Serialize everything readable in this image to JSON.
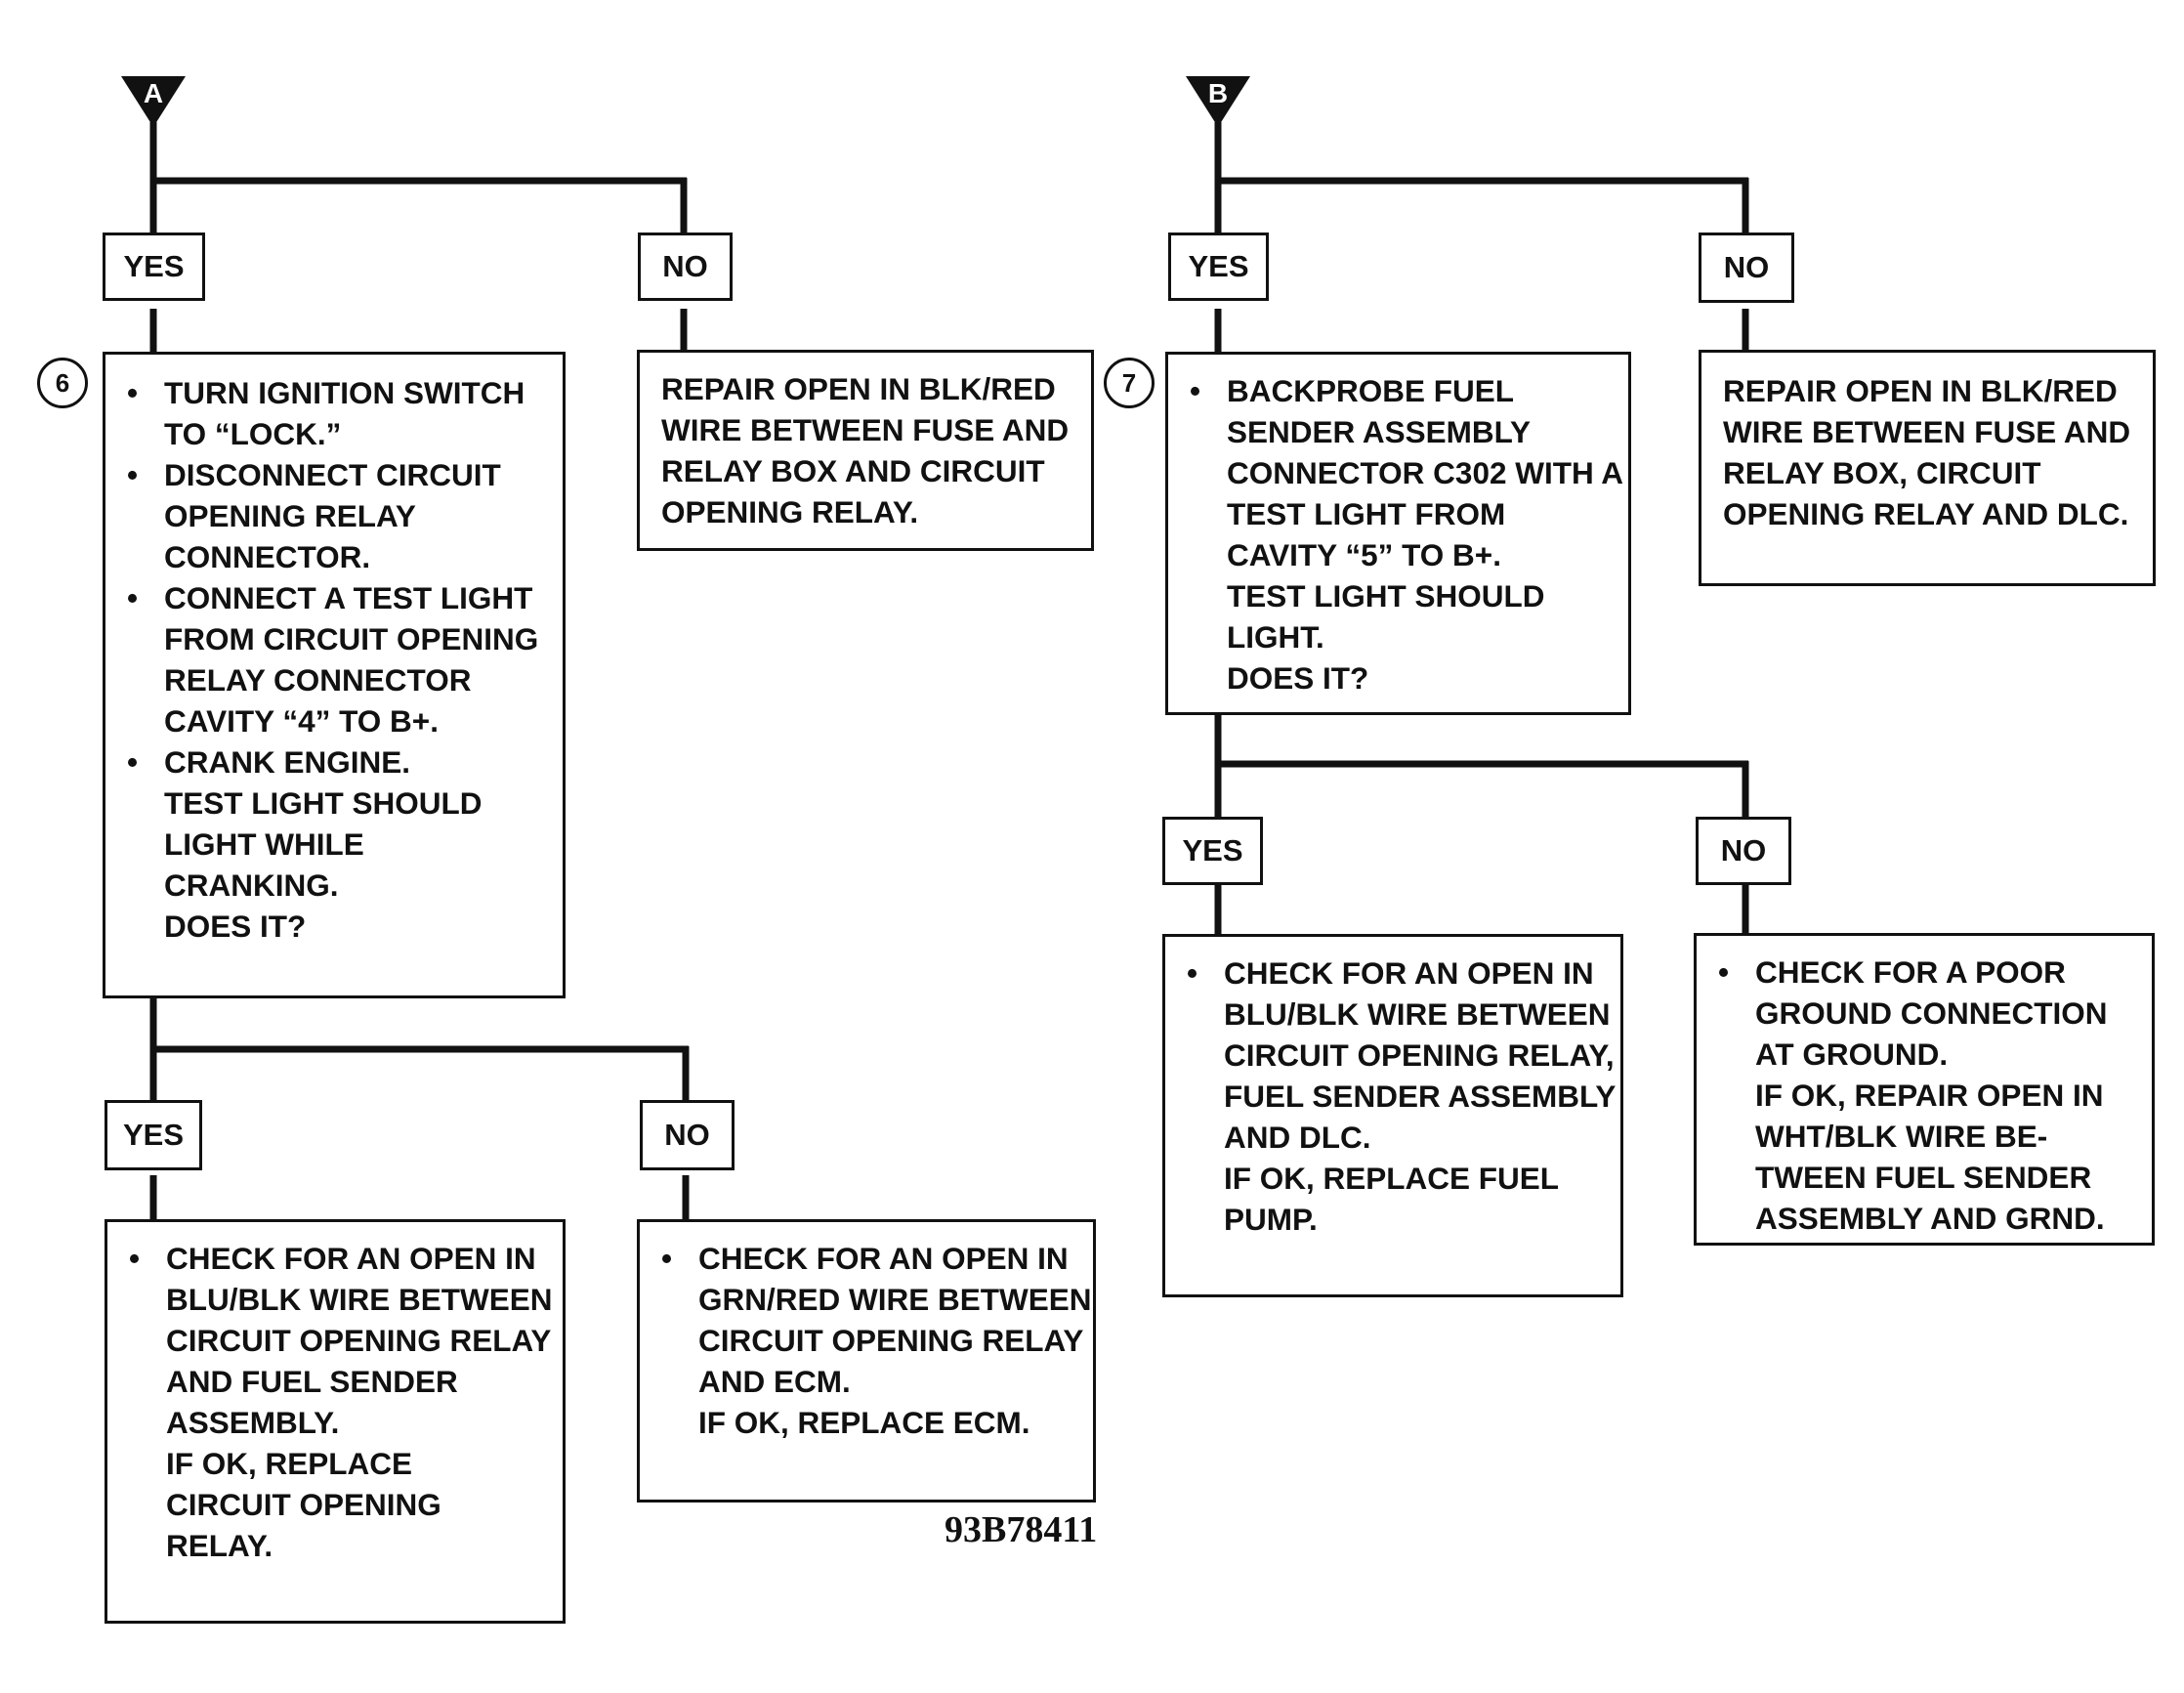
{
  "entries": {
    "a": {
      "letter": "A"
    },
    "b": {
      "letter": "B"
    }
  },
  "steps": {
    "six": "6",
    "seven": "7"
  },
  "labels": {
    "yes": "YES",
    "no": "NO"
  },
  "boxes": {
    "step6": {
      "bullets": [
        "TURN IGNITION SWITCH TO “LOCK.”",
        "DISCONNECT CIRCUIT OPENING RELAY CONNECTOR.",
        "CONNECT A TEST LIGHT FROM CIRCUIT OPENING RELAY CONNECTOR CAVITY “4” TO B+.",
        "CRANK ENGINE."
      ],
      "tail": [
        "TEST LIGHT SHOULD",
        "LIGHT WHILE",
        "CRANKING.",
        "DOES IT?"
      ]
    },
    "a_no": {
      "text": "REPAIR OPEN IN BLK/RED WIRE BETWEEN FUSE AND RELAY BOX AND CIRCUIT OPENING RELAY."
    },
    "a_yes_yes": {
      "bullet": "CHECK FOR AN OPEN IN BLU/BLK WIRE BETWEEN CIRCUIT OPENING RELAY AND FUEL SENDER ASSEMBLY.",
      "tail": [
        "IF OK, REPLACE",
        "CIRCUIT OPENING",
        "RELAY."
      ]
    },
    "a_yes_no": {
      "bullet": "CHECK FOR AN OPEN IN GRN/RED WIRE BETWEEN CIRCUIT OPENING RELAY AND ECM.",
      "tail": [
        "IF OK, REPLACE ECM."
      ]
    },
    "step7": {
      "bullet": "BACKPROBE FUEL SENDER ASSEMBLY CONNECTOR C302 WITH A TEST LIGHT FROM CAVITY “5” TO B+.",
      "tail": [
        "TEST LIGHT SHOULD",
        "LIGHT.",
        "DOES IT?"
      ]
    },
    "b_no": {
      "text": "REPAIR OPEN IN BLK/RED WIRE BETWEEN FUSE AND RELAY BOX, CIRCUIT OPENING RELAY AND DLC."
    },
    "b_yes_yes": {
      "bullet": "CHECK FOR AN OPEN IN BLU/BLK WIRE BETWEEN CIRCUIT OPENING RELAY, FUEL SENDER ASSEMBLY AND DLC.",
      "tail": [
        "IF OK, REPLACE FUEL",
        "PUMP."
      ]
    },
    "b_yes_no": {
      "bullet": "CHECK FOR A POOR GROUND CONNECTION AT GROUND.",
      "tail": [
        "IF OK, REPAIR OPEN IN",
        "WHT/BLK WIRE BE-",
        "TWEEN FUEL SENDER",
        "ASSEMBLY AND GRND."
      ]
    }
  },
  "figure_id": "93B78411"
}
